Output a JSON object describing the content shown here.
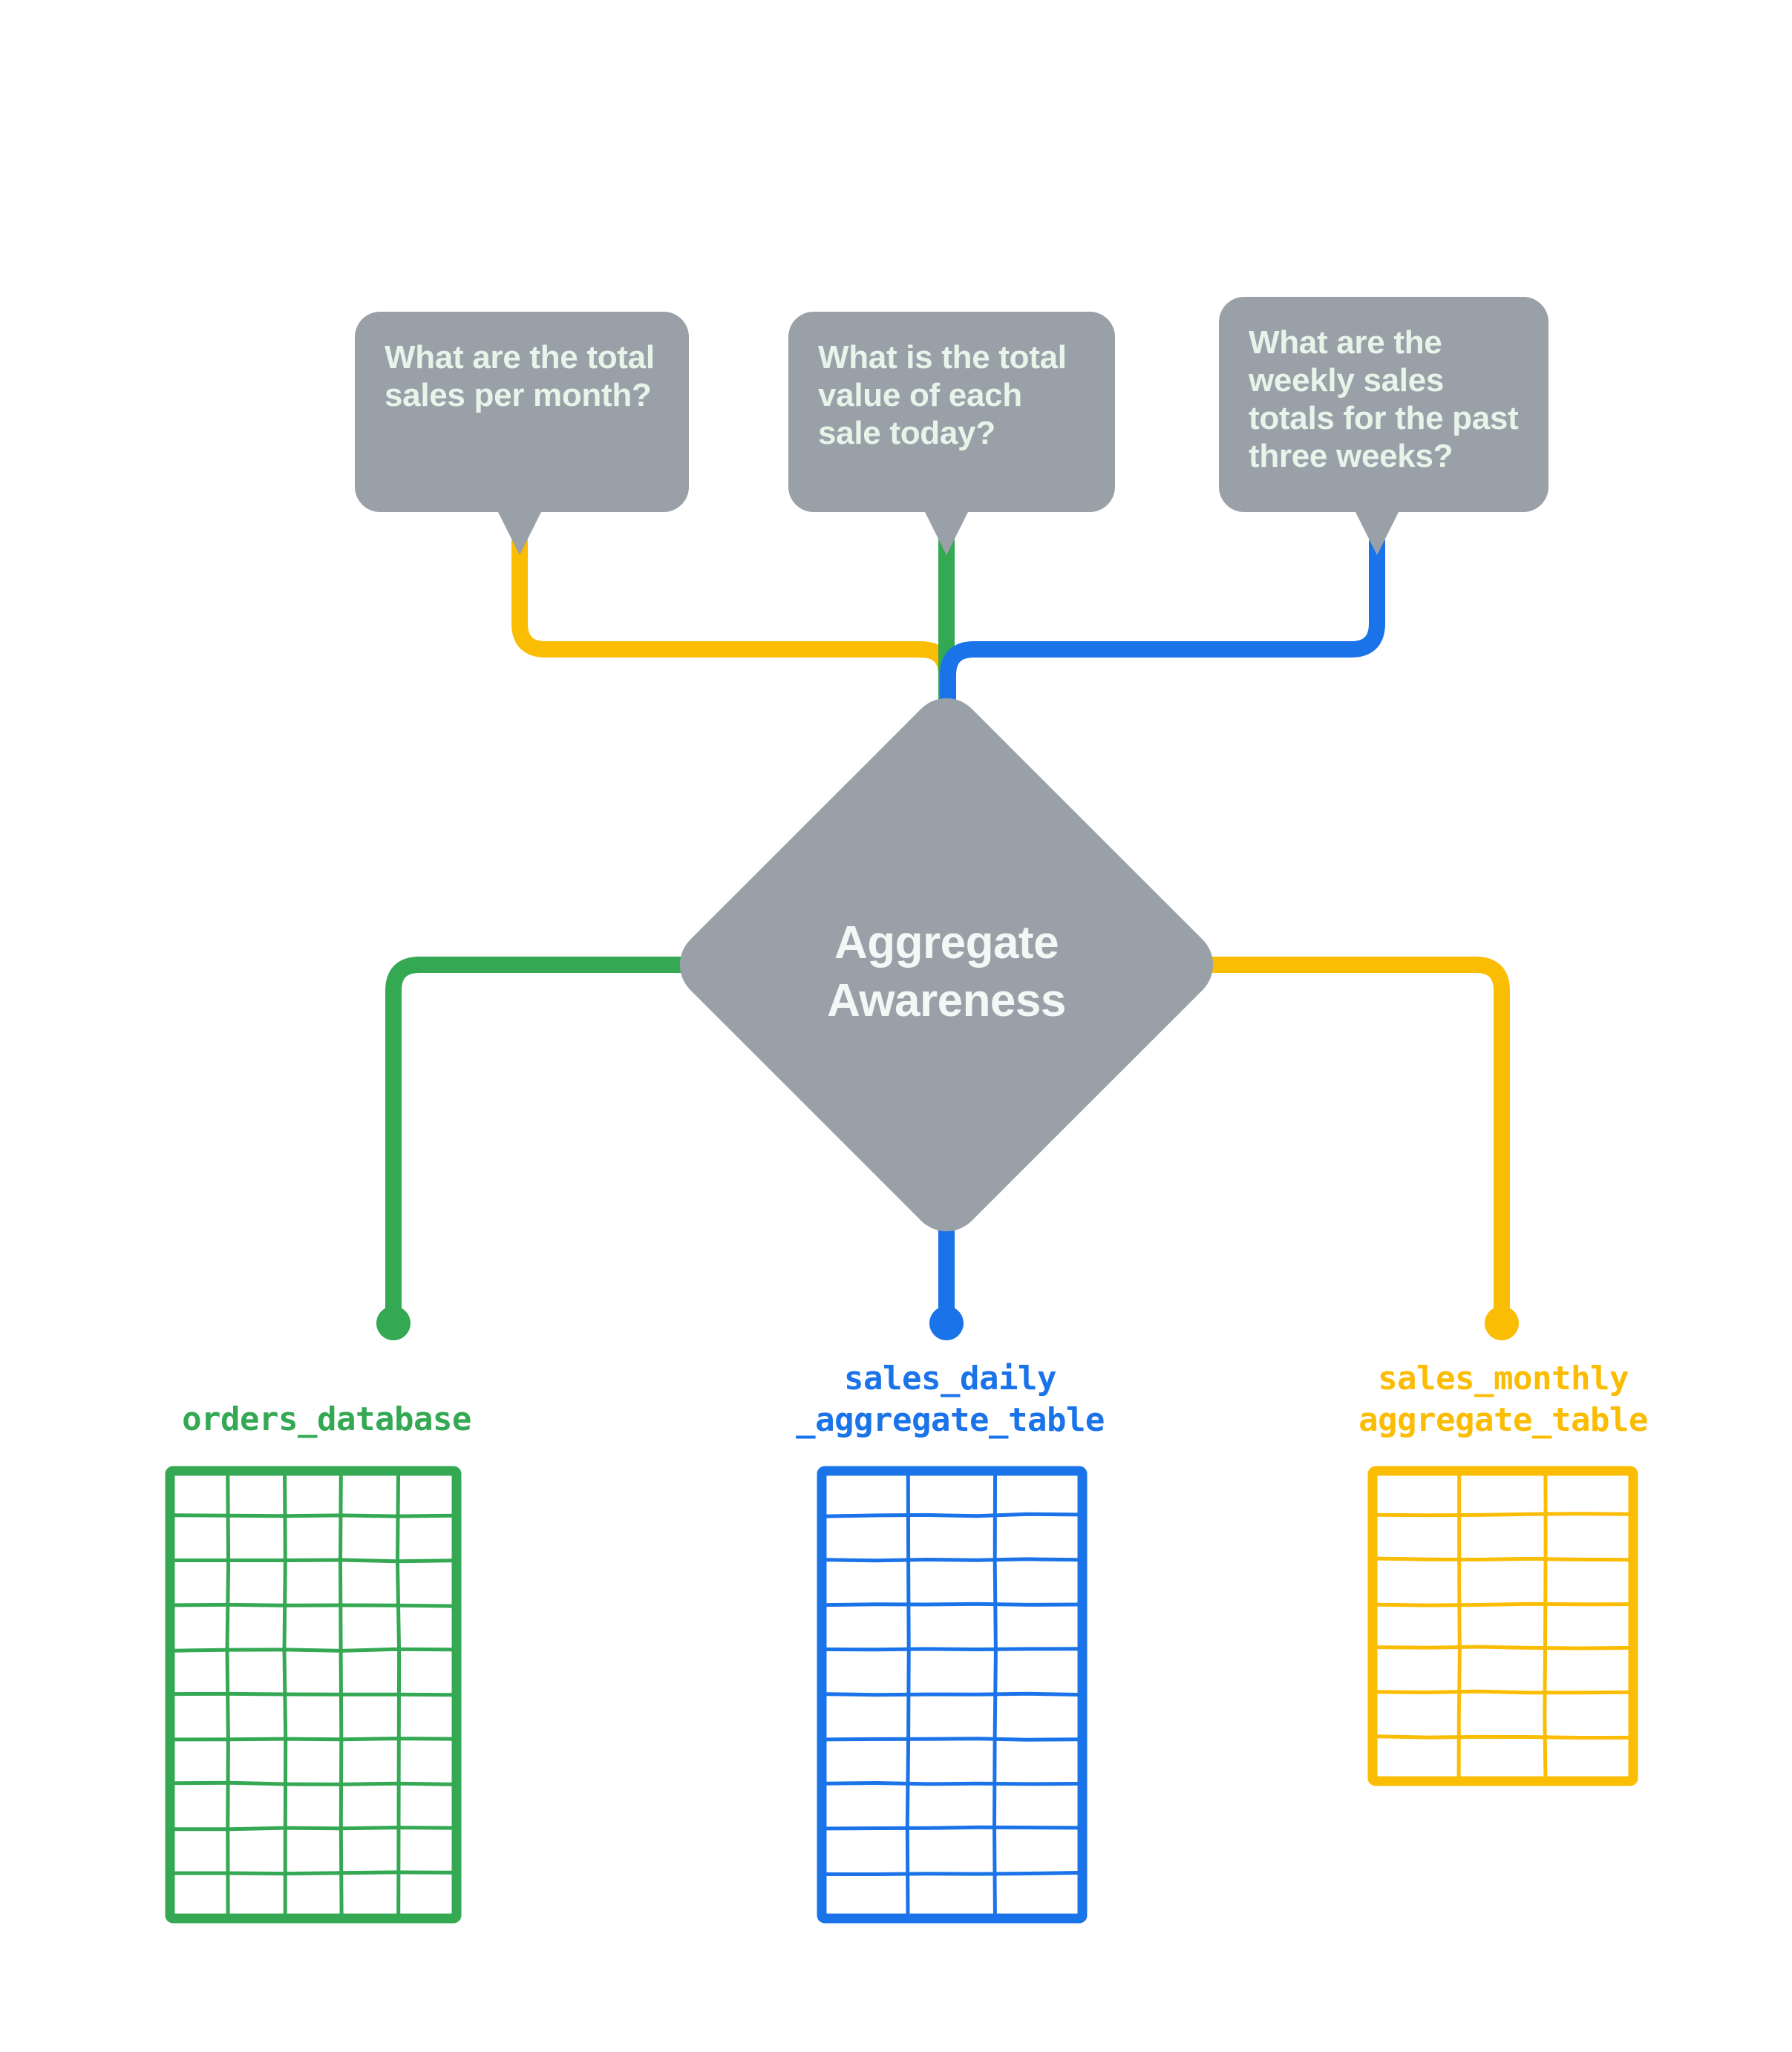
{
  "diagram": {
    "title": "Aggregate Awareness",
    "center_node": {
      "label": "Aggregate\nAwareness",
      "shape": "diamond",
      "fill_color": "#9aa0a8",
      "text_color": "#f3f8f6"
    },
    "questions": [
      {
        "id": "q-monthly",
        "text": "What are the total sales per month?",
        "wire_color": "#fbbc04",
        "routes_to": "sales_monthly aggregate_table"
      },
      {
        "id": "q-daily",
        "text": "What is the total value of each sale today?",
        "wire_color": "#34a853",
        "routes_to": "orders_database"
      },
      {
        "id": "q-weekly",
        "text": "What are the weekly sales totals for the past three weeks?",
        "wire_color": "#1a73e8",
        "routes_to": "sales_daily _aggregate_table"
      }
    ],
    "sources": [
      {
        "id": "source-orders",
        "label": "orders_database",
        "color": "#34a853",
        "columns": 5,
        "rows": 10
      },
      {
        "id": "source-daily",
        "label": "sales_daily\n_aggregate_table",
        "color": "#1a73e8",
        "columns": 3,
        "rows": 10
      },
      {
        "id": "source-monthly",
        "label": "sales_monthly\naggregate_table",
        "color": "#fbbc04",
        "columns": 3,
        "rows": 7
      }
    ],
    "colors": {
      "gray": "#9aa0a8",
      "green": "#34a853",
      "blue": "#1a73e8",
      "yellow": "#fbbc04",
      "bubble_text": "#e6f4ea",
      "background": "#ffffff"
    }
  }
}
